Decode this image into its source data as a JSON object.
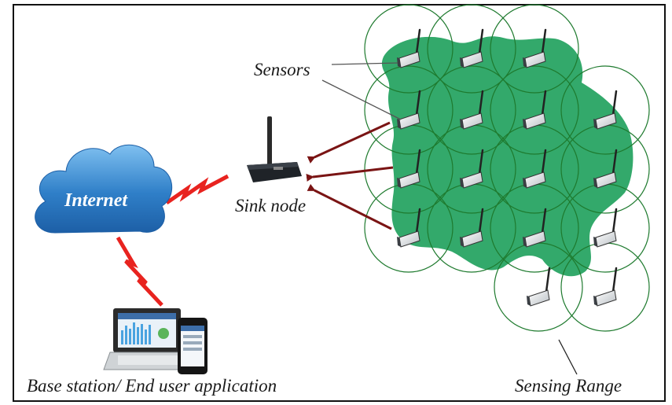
{
  "labels": {
    "sensors": "Sensors",
    "sink_node": "Sink node",
    "internet": "Internet",
    "base_station": "Base station/ End user application",
    "sensing_range": "Sensing Range"
  },
  "colors": {
    "coverage_fill": "#33a96b",
    "range_circle": "#1e7a2e",
    "arrow": "#7a1414",
    "lightning": "#e8231f",
    "cloud": "#2f7fc8",
    "frame": "#111111"
  },
  "icons": {
    "cloud": "cloud-icon",
    "router": "router-icon",
    "sensor": "sensor-node-icon",
    "laptop": "laptop-icon",
    "phone": "phone-icon",
    "link": "lightning-link-icon"
  }
}
